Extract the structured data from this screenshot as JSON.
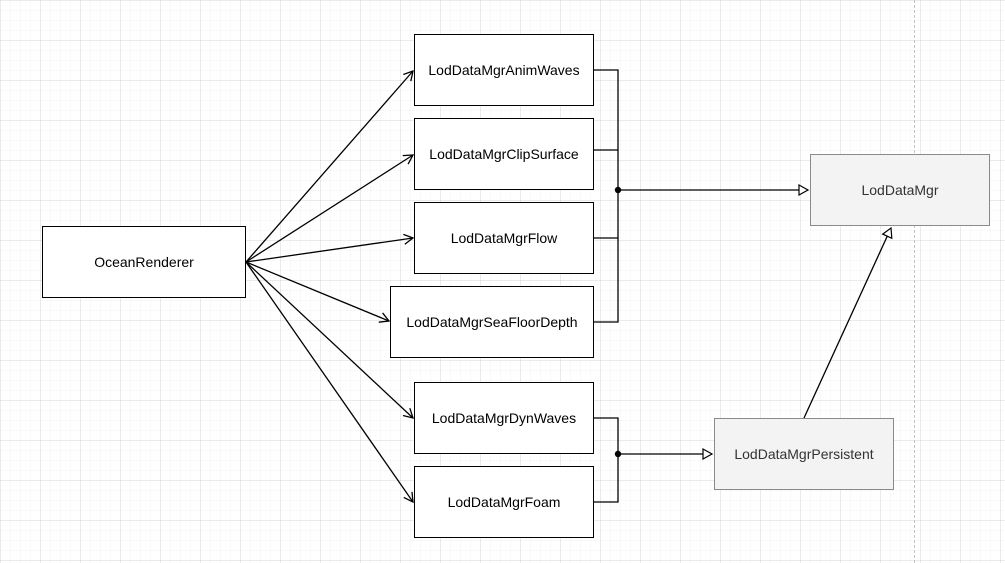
{
  "diagram": {
    "nodes": {
      "ocean_renderer": "OceanRenderer",
      "anim_waves": "LodDataMgrAnimWaves",
      "clip_surface": "LodDataMgrClipSurface",
      "flow": "LodDataMgrFlow",
      "sea_floor_depth": "LodDataMgrSeaFloorDepth",
      "dyn_waves": "LodDataMgrDynWaves",
      "foam": "LodDataMgrFoam",
      "lod_data_mgr": "LodDataMgr",
      "lod_data_mgr_persistent": "LodDataMgrPersistent"
    },
    "associations": [
      {
        "from": "OceanRenderer",
        "to": "LodDataMgrAnimWaves"
      },
      {
        "from": "OceanRenderer",
        "to": "LodDataMgrClipSurface"
      },
      {
        "from": "OceanRenderer",
        "to": "LodDataMgrFlow"
      },
      {
        "from": "OceanRenderer",
        "to": "LodDataMgrSeaFloorDepth"
      },
      {
        "from": "OceanRenderer",
        "to": "LodDataMgrDynWaves"
      },
      {
        "from": "OceanRenderer",
        "to": "LodDataMgrFoam"
      }
    ],
    "inheritance": [
      {
        "from": [
          "LodDataMgrAnimWaves",
          "LodDataMgrClipSurface",
          "LodDataMgrFlow",
          "LodDataMgrSeaFloorDepth"
        ],
        "to": "LodDataMgr"
      },
      {
        "from": [
          "LodDataMgrDynWaves",
          "LodDataMgrFoam"
        ],
        "to": "LodDataMgrPersistent"
      },
      {
        "from": [
          "LodDataMgrPersistent"
        ],
        "to": "LodDataMgr"
      }
    ],
    "colors": {
      "grid_line": "#e6e6e6",
      "node_border": "#000000",
      "abstract_node_fill": "#f3f3f3",
      "abstract_node_border": "#8a8a8a",
      "connector": "#000000"
    }
  }
}
